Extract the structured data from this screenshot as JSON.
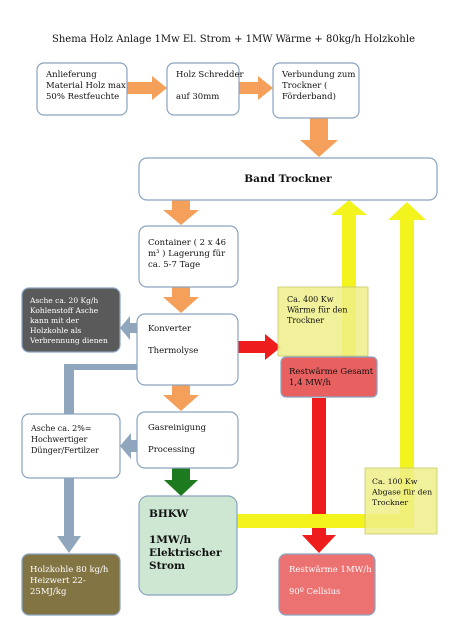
{
  "title": "Shema Holz Anlage 1Mw El. Strom + 1MW Wärme + 80kg/h Holzkohle",
  "nodes": {
    "anlieferung": [
      "Anlieferung",
      "Material Holz max",
      "50% Restfeuchte"
    ],
    "schredder": [
      "Holz Schredder",
      "",
      "auf 30mm"
    ],
    "verbundung": [
      "Verbundung zum",
      "Trockner (",
      "Förderband)"
    ],
    "band_trockner": [
      "Band Trockner"
    ],
    "container": [
      "Container ( 2 x 46",
      "m³ ) Lagerung für",
      "ca. 5-7 Tage"
    ],
    "asche_kohle": [
      "Asche ca.  20 Kg/h",
      "Kohlenstoff  Asche",
      "kann mit der",
      "Holzkohle als",
      "Verbrennung dienen"
    ],
    "konverter": [
      "Konverter",
      "",
      "Thermolyse"
    ],
    "waerme_400": [
      "Ca. 400 Kw",
      "Wärme für den",
      "Trockner"
    ],
    "restwaerme_gesamt": [
      "Restwärme Gesamt",
      "1,4 MW/h"
    ],
    "asche_duenger": [
      "Asche ca. 2%=",
      "Hochwertiger",
      "Dünger/Fertilzer"
    ],
    "gasreinigung": [
      "Gasreinigung",
      "",
      "Processing"
    ],
    "abgase_100": [
      "Ca. 100 Kw",
      "Abgase für den",
      "Trockner"
    ],
    "bhkw": [
      "BHKW",
      "",
      "1MW/h",
      "Elektrischer",
      "Strom"
    ],
    "holzkohle": [
      "Holzkohle 80 kg/h",
      "Heizwert 22-",
      "25MJ/kg"
    ],
    "restwaerme_1mw": [
      "Restwärme 1MW/h",
      "",
      "90º Cellsius"
    ]
  },
  "colors": {
    "orange_arrow": "#f5a05a",
    "blue_gray_arrow": "#8fa6bc",
    "red_arrow": "#ee1c1c",
    "green_arrow": "#1e7a1e",
    "yellow_arrow": "#f3f31d",
    "dark_box": "#5a5a5a",
    "red_box": "#e86060",
    "pink_box": "#ec7272",
    "green_box": "#cde7d3",
    "olive_box": "#827543",
    "yellow_box": "#eeee8a"
  }
}
